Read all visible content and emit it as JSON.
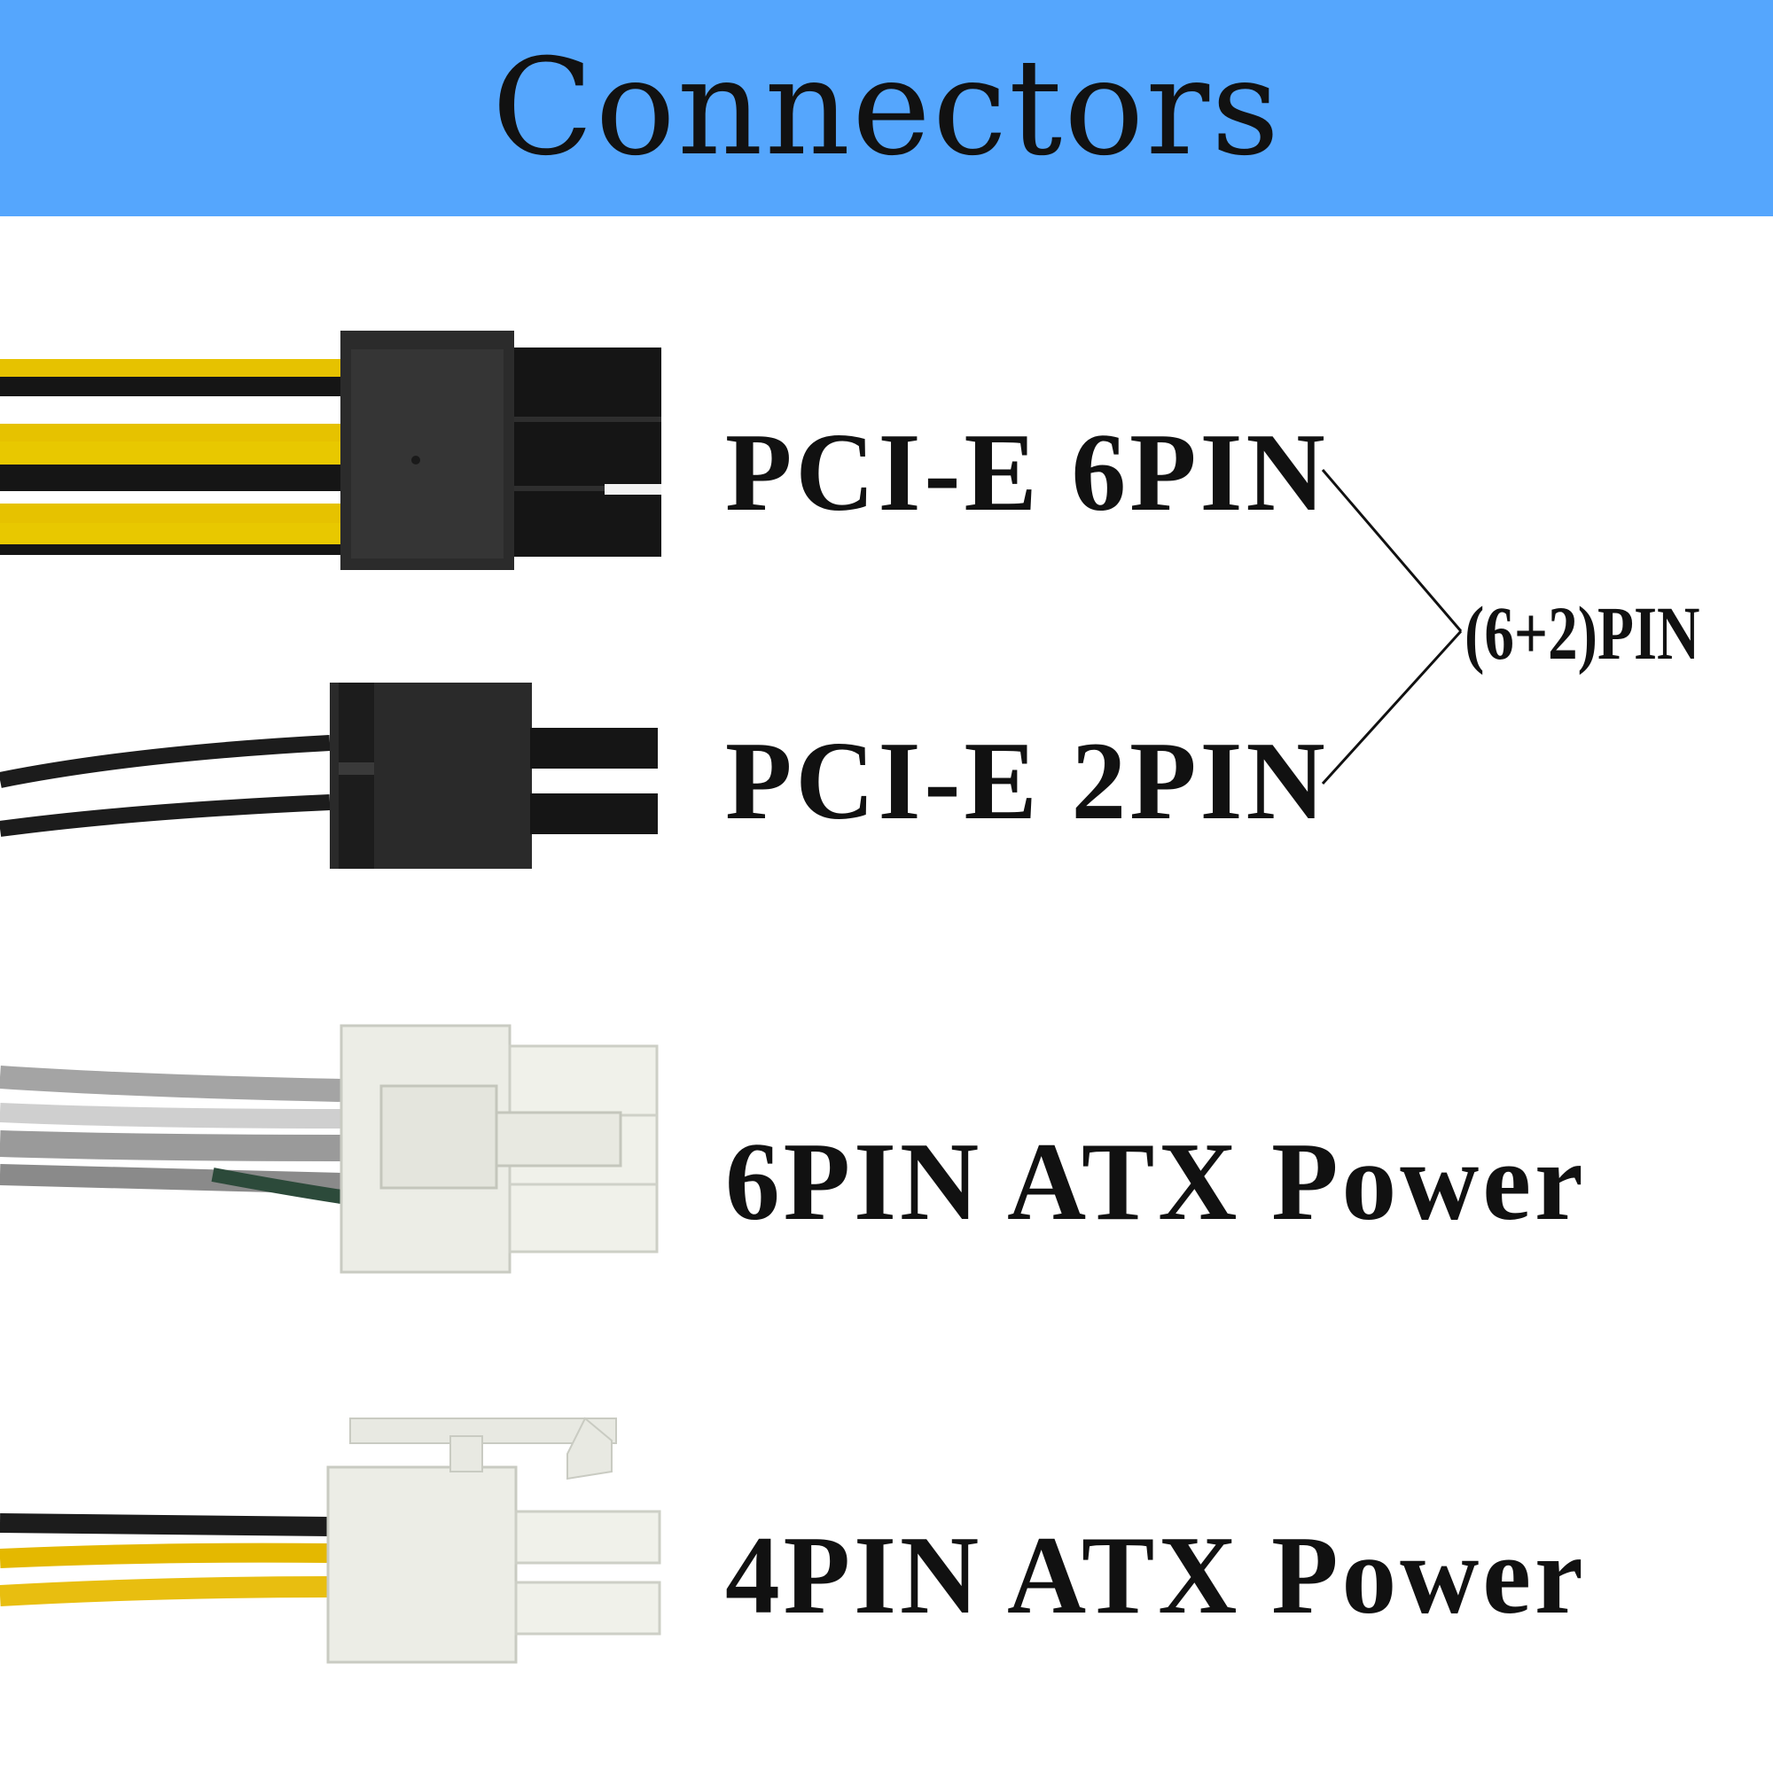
{
  "header": {
    "title": "Connectors"
  },
  "connectors": [
    {
      "label": "PCI-E 6PIN"
    },
    {
      "label": "PCI-E 2PIN"
    },
    {
      "label": "6PIN ATX Power"
    },
    {
      "label": "4PIN ATX Power"
    }
  ],
  "combined": {
    "label": "(6+2)PIN"
  },
  "colors": {
    "banner": "#55a6fd",
    "wire_yellow": "#e8c400",
    "wire_black": "#1a1a1a",
    "housing_black": "#2c2c2c",
    "housing_white": "#eceee8",
    "wire_gray": "#a8a8a8"
  }
}
